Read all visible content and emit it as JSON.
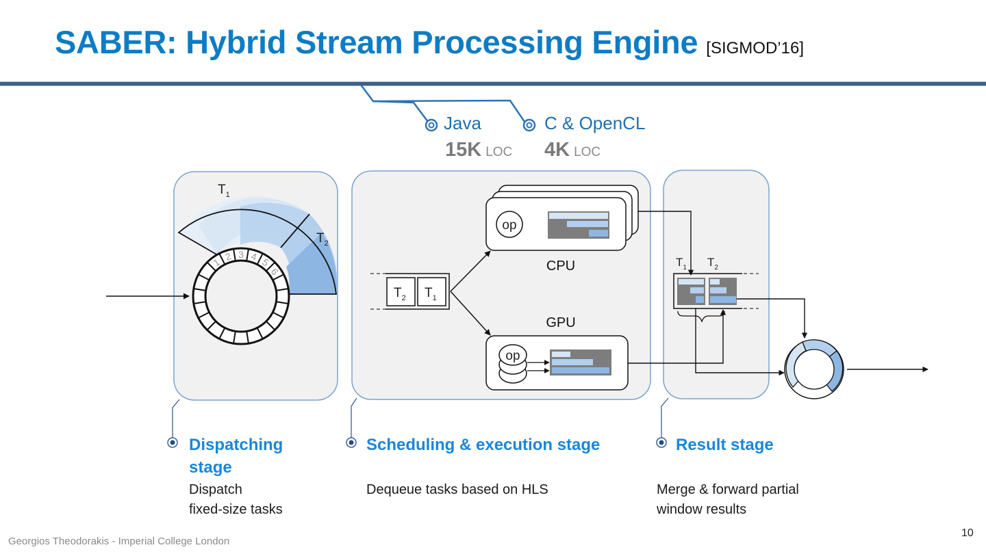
{
  "slide": {
    "title": "SABER: Hybrid Stream Processing Engine",
    "venue": "[SIGMOD’16]",
    "page_number": "10",
    "footer": "Georgios Theodorakis - Imperial College London"
  },
  "languages": [
    {
      "name": "Java",
      "loc_value": "15K",
      "loc_unit": "LOC"
    },
    {
      "name": "C & OpenCL",
      "loc_value": "4K",
      "loc_unit": "LOC"
    }
  ],
  "dispatch": {
    "task_labels": [
      "T",
      "T"
    ],
    "task_subscripts": [
      "1",
      "2"
    ],
    "slot_numbers": [
      "1",
      "2",
      "3",
      "4",
      "5",
      "6"
    ]
  },
  "scheduling": {
    "queue_tasks": [
      {
        "label": "T",
        "sub": "2"
      },
      {
        "label": "T",
        "sub": "1"
      }
    ],
    "cpu_label": "CPU",
    "gpu_label": "GPU",
    "op_label": "op"
  },
  "result": {
    "task_labels": [
      {
        "label": "T",
        "sub": "1"
      },
      {
        "label": "T",
        "sub": "2"
      }
    ]
  },
  "stages": [
    {
      "title_line1": "Dispatching",
      "title_line2": "stage",
      "desc_line1": "Dispatch",
      "desc_line2": "fixed-size tasks"
    },
    {
      "title_line1": "Scheduling & execution stage",
      "title_line2": "",
      "desc_line1": "Dequeue tasks based on HLS",
      "desc_line2": ""
    },
    {
      "title_line1": "Result stage",
      "title_line2": "",
      "desc_line1": "Merge & forward partial",
      "desc_line2": "window results"
    }
  ],
  "colors": {
    "title": "#0e7cc4",
    "rule": "#3c5f8f",
    "stage_title": "#1a86d9",
    "panel_fill": "#f1f1f1",
    "panel_border": "#7aa3cf",
    "light_blue": "#d6e5f4",
    "mid_blue": "#b3cfee",
    "dark_blue": "#8db6e2",
    "bar_bg": "#7d7d7d"
  }
}
